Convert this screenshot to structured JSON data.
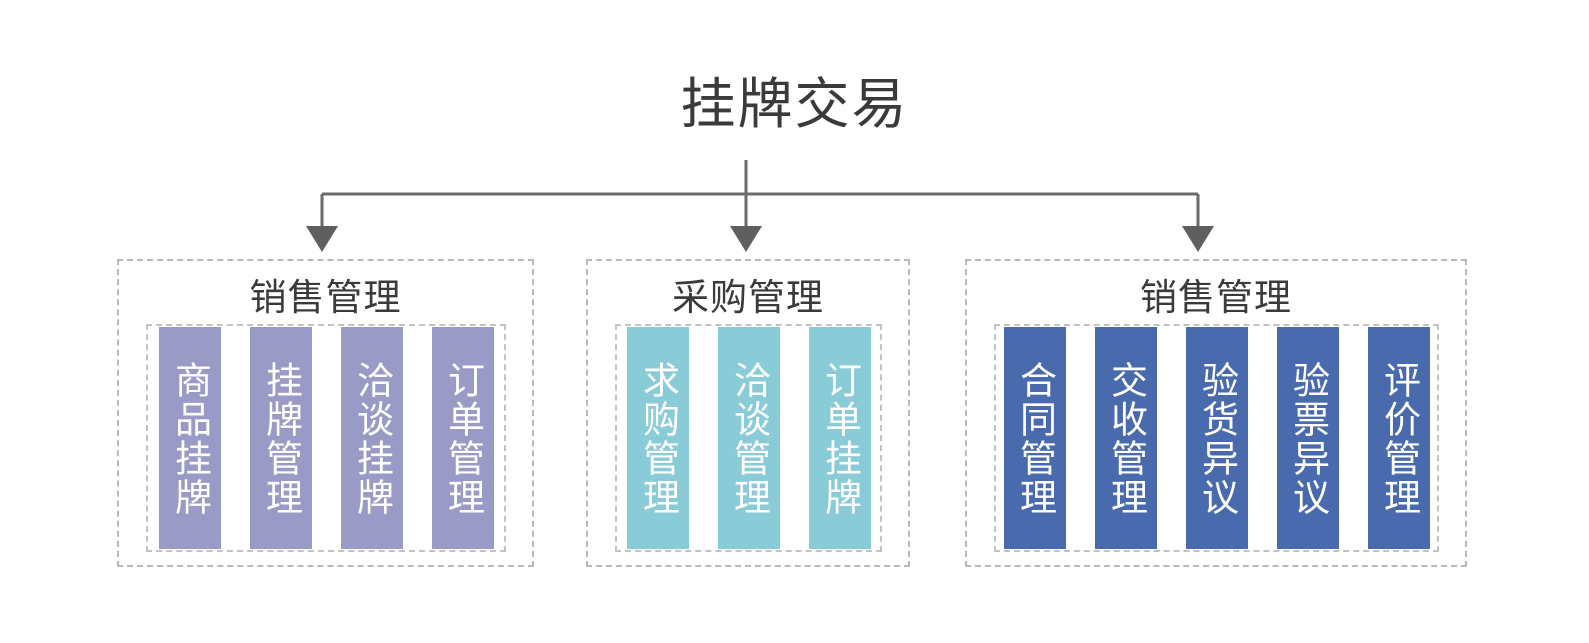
{
  "diagram": {
    "title": "挂牌交易",
    "connector_color": "#6b6b6b",
    "border_color": "#b9b9b9",
    "title_color": "#3a3a3a",
    "groups": [
      {
        "id": "sales-management-left",
        "title": "销售管理",
        "accent": "#9a9ac6",
        "items": [
          {
            "label": "商品挂牌"
          },
          {
            "label": "挂牌管理"
          },
          {
            "label": "洽谈挂牌"
          },
          {
            "label": "订单管理"
          }
        ]
      },
      {
        "id": "procurement-management",
        "title": "采购管理",
        "accent": "#8acbd8",
        "items": [
          {
            "label": "求购管理"
          },
          {
            "label": "洽谈管理"
          },
          {
            "label": "订单挂牌"
          }
        ]
      },
      {
        "id": "sales-management-right",
        "title": "销售管理",
        "accent": "#4a6aae",
        "items": [
          {
            "label": "合同管理"
          },
          {
            "label": "交收管理"
          },
          {
            "label": "验货异议"
          },
          {
            "label": "验票异议"
          },
          {
            "label": "评价管理"
          }
        ]
      }
    ]
  }
}
